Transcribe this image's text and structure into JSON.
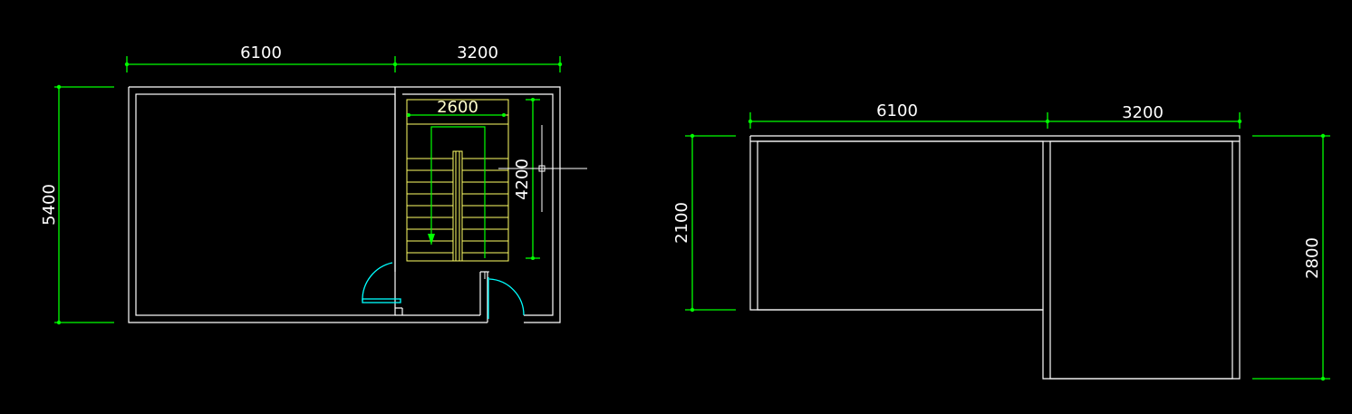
{
  "drawing": {
    "background": "#000000",
    "colors": {
      "walls": "#ffffff",
      "dimensions": "#00ff00",
      "stairs": "#ffff66",
      "doors": "#00ffff"
    }
  },
  "floor_plan": {
    "dim_top_left": "6100",
    "dim_top_right": "3200",
    "dim_left": "5400",
    "stair_width": "2600",
    "stair_length": "4200"
  },
  "roof_plan": {
    "dim_top_left": "6100",
    "dim_top_right": "3200",
    "dim_left": "2100",
    "dim_right": "2800"
  }
}
